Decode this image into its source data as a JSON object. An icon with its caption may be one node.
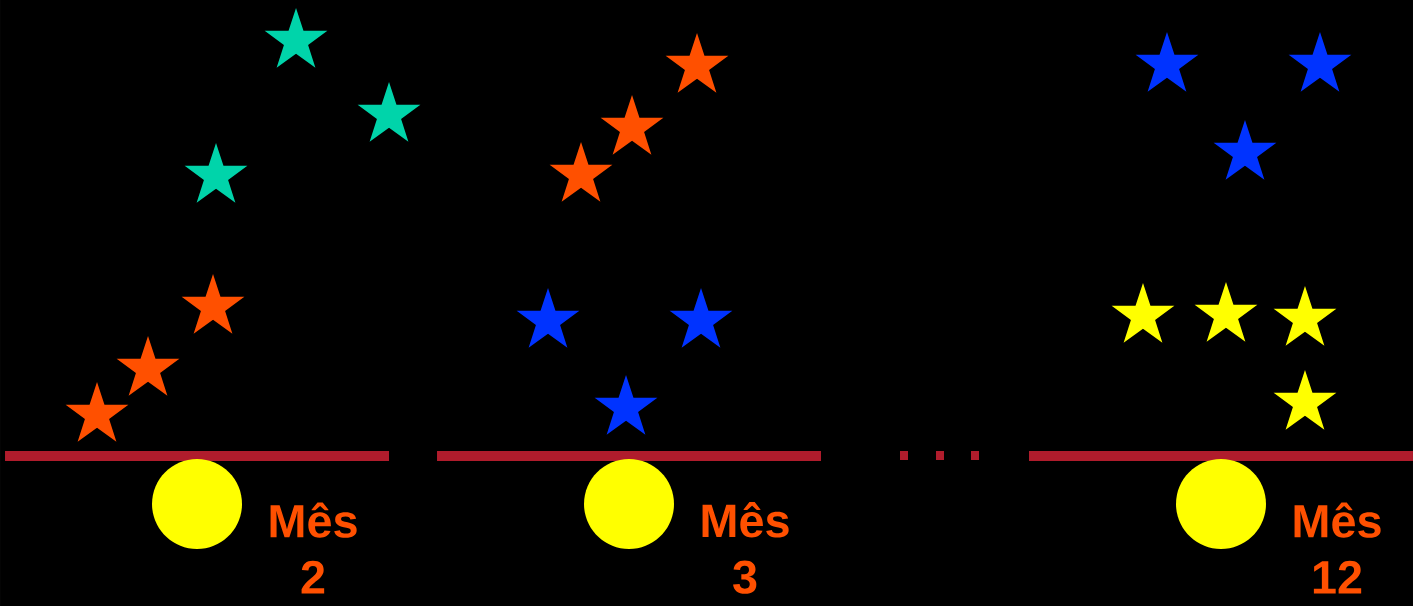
{
  "diagram": {
    "labels": [
      "Mês 2",
      "Mês 3",
      "Mês 12"
    ]
  }
}
